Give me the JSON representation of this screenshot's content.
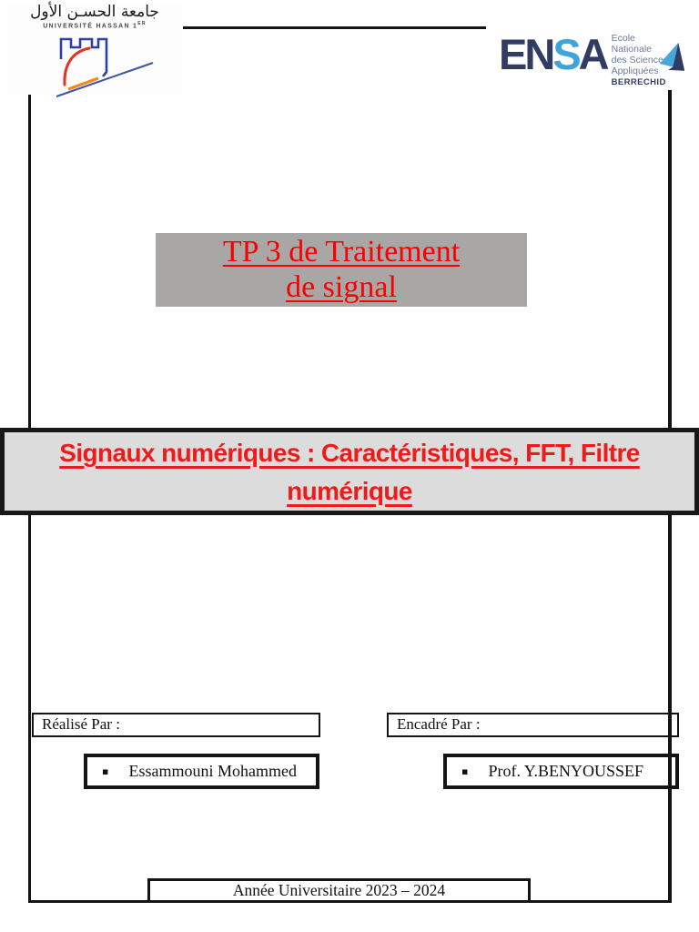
{
  "header": {
    "university": {
      "name_arabic": "جامعة الحسـن الأول",
      "name_latin": "UNIVERSITÉ HASSAN 1",
      "name_latin_sup": "ER"
    },
    "ensa": {
      "letters": [
        "E",
        "N",
        "S",
        "A"
      ],
      "lines": [
        "Ecole Nationale",
        "des Sciences",
        "Appliquées"
      ],
      "city": "BERRECHID"
    }
  },
  "title_box": {
    "line1": "TP 3 de Traitement",
    "line2": "de signal"
  },
  "subject_banner": {
    "line1": "Signaux numériques : Caractéristiques, FFT, Filtre",
    "line2": "numérique"
  },
  "credits": {
    "realise_label": "Réalisé Par :",
    "encadre_label": "Encadré Par :",
    "author_bullet": "▪",
    "author": "Essammouni Mohammed",
    "supervisor_bullet": "▪",
    "supervisor": "Prof. Y.BENYOUSSEF"
  },
  "footer": {
    "academic_year": "Année Universitaire 2023 – 2024"
  },
  "colors": {
    "title_red": "#fb0000",
    "banner_red": "#ee1b1b",
    "title_box_bg": "#a9a6a6",
    "banner_bg": "#dcdcdc",
    "frame_black": "#141414",
    "ensa_navy": "#323b64",
    "ensa_light_blue": "#3ea4da"
  }
}
